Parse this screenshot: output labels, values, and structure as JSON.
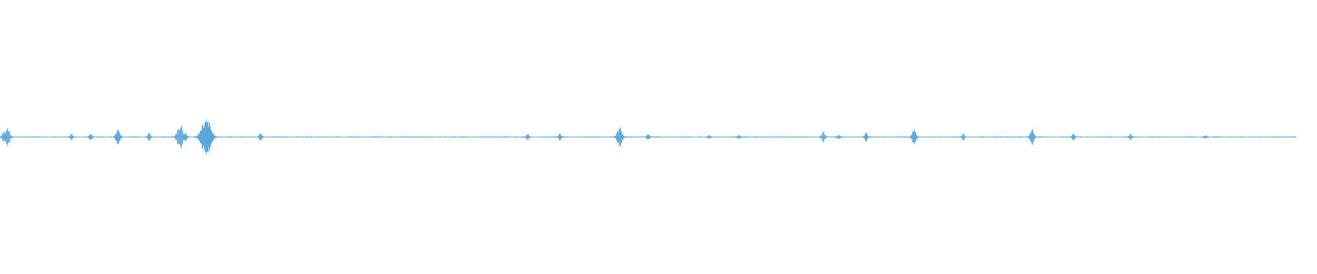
{
  "waveform": {
    "color": "#5aa7dc",
    "background": "#ffffff"
  },
  "chart_data": {
    "type": "area",
    "description_of_data": "",
    "x_unit": "",
    "y_unit": "",
    "xlim": [
      0,
      1
    ],
    "ylim": [
      -1,
      1
    ],
    "grid": false,
    "legend": "none",
    "baseline_amplitude": 0.008,
    "bursts": [
      {
        "x": 0.003,
        "amplitude": 0.1
      },
      {
        "x": 0.006,
        "amplitude": 0.14
      },
      {
        "x": 0.055,
        "amplitude": 0.05
      },
      {
        "x": 0.07,
        "amplitude": 0.07
      },
      {
        "x": 0.091,
        "amplitude": 0.12
      },
      {
        "x": 0.115,
        "amplitude": 0.08
      },
      {
        "x": 0.139,
        "amplitude": 0.19
      },
      {
        "x": 0.143,
        "amplitude": 0.08
      },
      {
        "x": 0.159,
        "amplitude": 0.3
      },
      {
        "x": 0.201,
        "amplitude": 0.07
      },
      {
        "x": 0.407,
        "amplitude": 0.06
      },
      {
        "x": 0.432,
        "amplitude": 0.06
      },
      {
        "x": 0.478,
        "amplitude": 0.15
      },
      {
        "x": 0.5,
        "amplitude": 0.05
      },
      {
        "x": 0.547,
        "amplitude": 0.04
      },
      {
        "x": 0.57,
        "amplitude": 0.04
      },
      {
        "x": 0.635,
        "amplitude": 0.09
      },
      {
        "x": 0.647,
        "amplitude": 0.04
      },
      {
        "x": 0.668,
        "amplitude": 0.08
      },
      {
        "x": 0.705,
        "amplitude": 0.12
      },
      {
        "x": 0.743,
        "amplitude": 0.06
      },
      {
        "x": 0.796,
        "amplitude": 0.12
      },
      {
        "x": 0.828,
        "amplitude": 0.06
      },
      {
        "x": 0.872,
        "amplitude": 0.06
      },
      {
        "x": 0.93,
        "amplitude": 0.03
      }
    ]
  }
}
